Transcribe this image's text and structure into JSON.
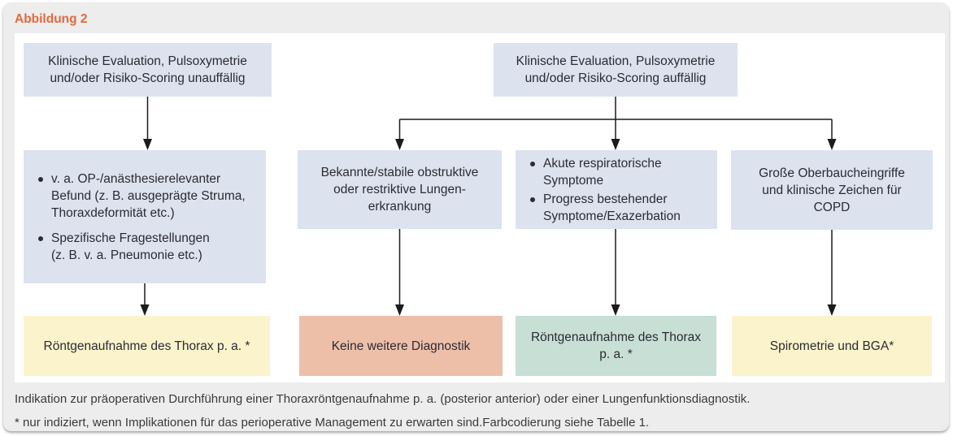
{
  "figure": {
    "label": "Abbildung 2"
  },
  "colors": {
    "accent_orange": "#e7683a",
    "card_gray": "#ededee",
    "node_blue": "#dce3ee",
    "result_yellow": "#fbf3cb",
    "result_salmon": "#edbfa9",
    "result_green": "#c8dfd5",
    "text_dark": "#2b2b33"
  },
  "nodes": {
    "screening_negative": {
      "lines": [
        "Klinische Evaluation, Pulsoxymetrie",
        "und/oder Risiko-Scoring unauffällig"
      ]
    },
    "screening_positive": {
      "lines": [
        "Klinische Evaluation, Pulsoxymetrie",
        "und/oder Risiko-Scoring auffällig"
      ]
    },
    "relevant_findings": {
      "bullets": [
        {
          "lines": [
            "v. a. OP-/anästhesierelevanter",
            "Befund (z. B. ausgeprägte Struma,",
            "Thoraxdeformität etc.)"
          ]
        },
        {
          "lines": [
            "Spezifische Fragestellungen",
            "(z. B. v. a. Pneumonie etc.)"
          ]
        }
      ]
    },
    "stable_lung_disease": {
      "lines": [
        "Bekannte/stabile obstruktive",
        "oder restriktive Lungen-",
        "erkrankung"
      ]
    },
    "acute_symptoms": {
      "bullets": [
        {
          "lines": [
            "Akute respiratorische",
            "Symptome"
          ]
        },
        {
          "lines": [
            "Progress bestehender",
            "Symptome/Exazerbation"
          ]
        }
      ]
    },
    "upper_abdominal_copd": {
      "lines": [
        "Große Oberbaucheingriffe",
        "und klinische Zeichen für",
        "COPD"
      ]
    },
    "xray_left": {
      "lines": [
        "Röntgenaufnahme des Thorax p. a. *"
      ]
    },
    "no_further_diagnostics": {
      "lines": [
        "Keine weitere Diagnostik"
      ]
    },
    "xray_right": {
      "lines": [
        "Röntgenaufnahme des Thorax",
        "p. a. *"
      ]
    },
    "spirometry_bga": {
      "lines": [
        "Spirometrie und BGA*"
      ]
    }
  },
  "caption": {
    "line1": "Indikation zur präoperativen Durchführung einer Thoraxröntgenaufnahme p. a. (posterior anterior) oder einer Lungenfunktionsdiagnostik.",
    "line2": "* nur indiziert, wenn Implikationen für das perioperative Management zu erwarten sind.Farbcodierung siehe Tabelle 1."
  }
}
